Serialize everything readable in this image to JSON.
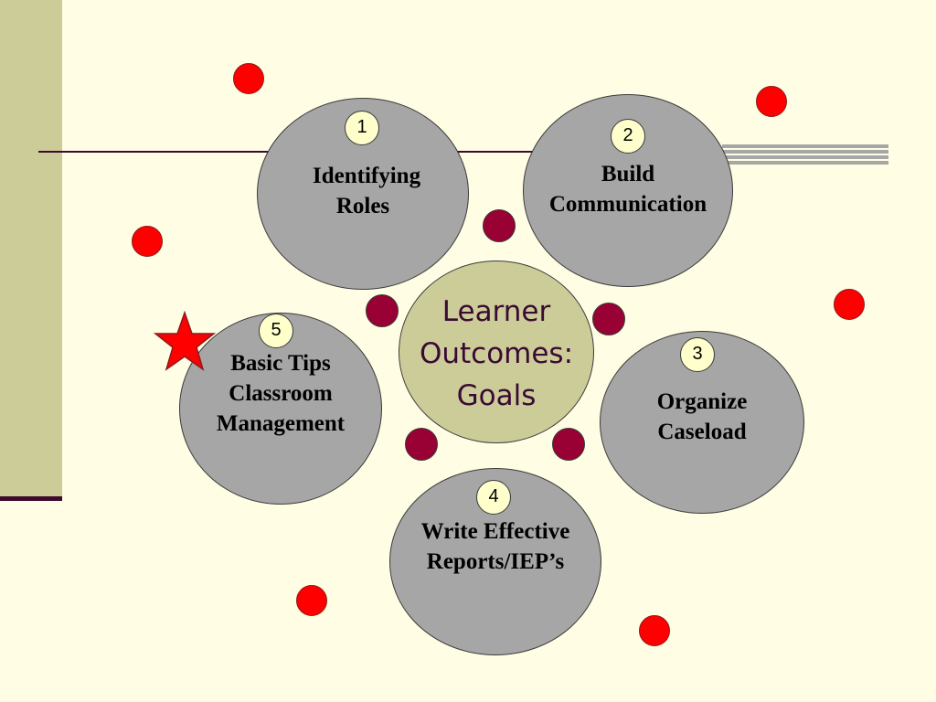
{
  "colors": {
    "background": "#FFFDE3",
    "sidebar": "#CCCC99",
    "rule": "#3D0A2E",
    "topic_fill": "#A6A6A6",
    "badge_fill": "#FFFFCC",
    "center_fill": "#CCCC99",
    "center_text": "#3A0A33",
    "red_dot": "#FF0000",
    "maroon_dot": "#990033",
    "star": "#FF0000"
  },
  "center": {
    "label": "Learner Outcomes: Goals"
  },
  "topics": [
    {
      "number": "1",
      "label": "Identifying Roles"
    },
    {
      "number": "2",
      "label": "Build Communication"
    },
    {
      "number": "3",
      "label": "Organize Caseload"
    },
    {
      "number": "4",
      "label": "Write Effective Reports/IEP’s"
    },
    {
      "number": "5",
      "label": "Basic Tips Classroom Management"
    }
  ],
  "marker": {
    "icon": "star-icon",
    "topic": "5"
  }
}
